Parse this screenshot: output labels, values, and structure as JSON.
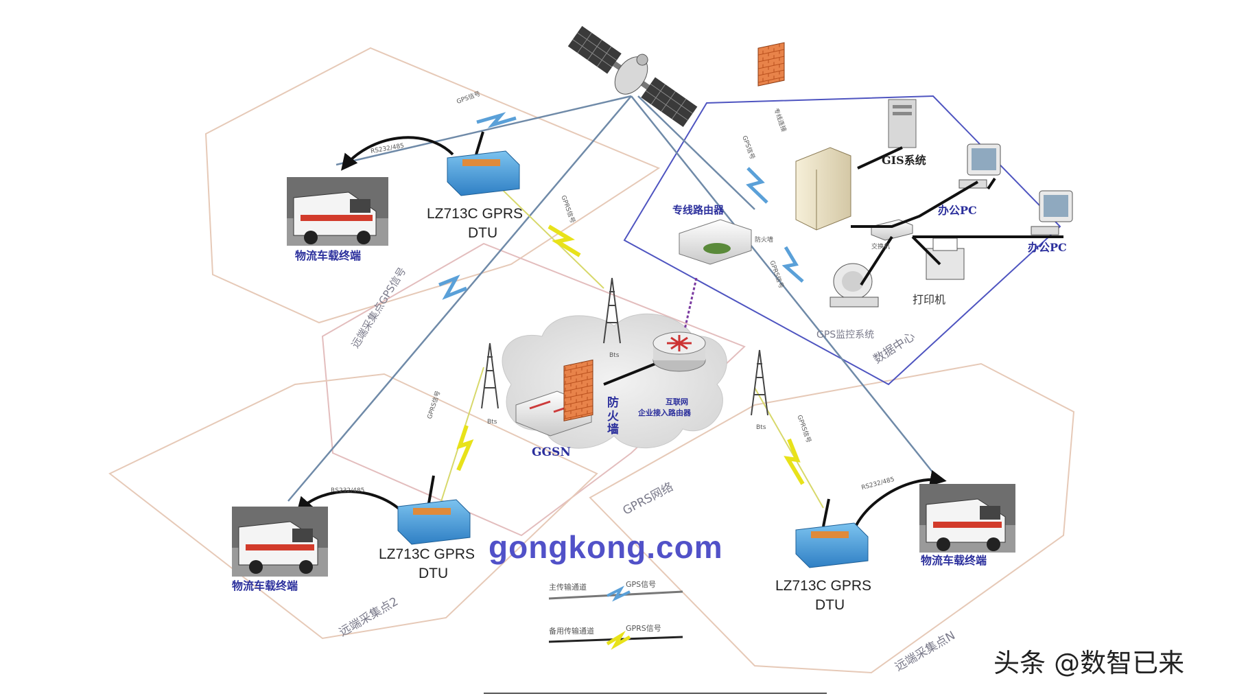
{
  "labels": {
    "gps_signal": "GPS信号",
    "gprs_signal": "GPRS信号",
    "rs_link": "RS232/485",
    "dtu_line1": "LZ713C GPRS",
    "dtu_line2": "DTU",
    "vehicle_terminal": "物流车载终端",
    "zone_remote_1": "远端采集点GPS信号",
    "zone_remote_2": "远端采集点2",
    "zone_remote_n": "远端采集点N",
    "zone_gprs": "GPRS网络",
    "zone_data_center": "数据中心",
    "gps_monitor_system": "GPS监控系统",
    "gis_system": "GIS系统",
    "office_pc": "办公PC",
    "printer": "打印机",
    "switch": "交换机",
    "router": "专线路由器",
    "firewall_dc": "防火墙",
    "dc_gps_signal": "GPS信号",
    "dc_gprs_signal": "GPRS信号",
    "dc_link": "专线连接",
    "firewall": "防火墙",
    "ggsn": "GGSN",
    "internet_access": "互联网",
    "enterprise_access": "企业接入路由器",
    "bts": "Bts",
    "legend_primary": "主传输通道",
    "legend_gps": "GPS信号",
    "legend_backup": "备用传输通道",
    "legend_gprs": "GPRS信号"
  },
  "watermark": "gongkong.com",
  "credit": "头条 @数智已来",
  "colors": {
    "zone_outline": "#e6c9b7",
    "dc_outline": "#4e54c0",
    "label_blue": "#2b2f9c",
    "signal_yellow": "#e8e21a",
    "gps_line": "#6f8aa8",
    "dtu_blue": "#3f8fd0"
  }
}
